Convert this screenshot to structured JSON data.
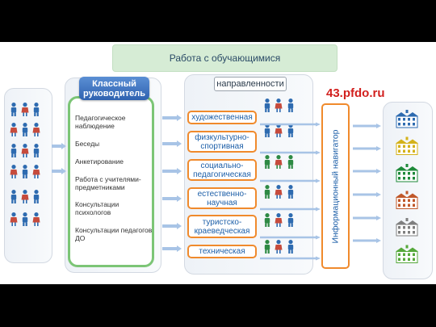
{
  "header": {
    "title": "Работа с обучающимися"
  },
  "class_teacher": {
    "badge": "Классный руководитель",
    "methods": [
      "Педагогическое наблюдение",
      "Беседы",
      "Анкетирование",
      "Работа с учителями-предметниками",
      "Консультации психологов",
      "Консультации педагогов ДО"
    ]
  },
  "directions": {
    "header": "направленности",
    "items": [
      "художественная",
      "физкультурно-спортивная",
      "социально-педагогическая",
      "естественно-научная",
      "туристско-краеведческая",
      "техническая"
    ]
  },
  "navigator": {
    "label": "Информационный навигатор"
  },
  "site": {
    "url": "43.pfdo.ru"
  },
  "colors": {
    "accent_orange": "#f08a2c",
    "badge_blue": "#2f62b0",
    "green_frame": "#7cc576",
    "student_blue": "#2e6bb0",
    "site_red": "#d2201e",
    "arrow_blue": "#a8c4e6"
  },
  "icons": {
    "student": "student-icon",
    "school": "school-building-icon",
    "arrow": "arrow-right-icon"
  },
  "school_roof_colors": [
    "#2e6bb0",
    "#d4b21a",
    "#1e8a3a",
    "#c0582a",
    "#7f7f7f",
    "#55a83a"
  ]
}
